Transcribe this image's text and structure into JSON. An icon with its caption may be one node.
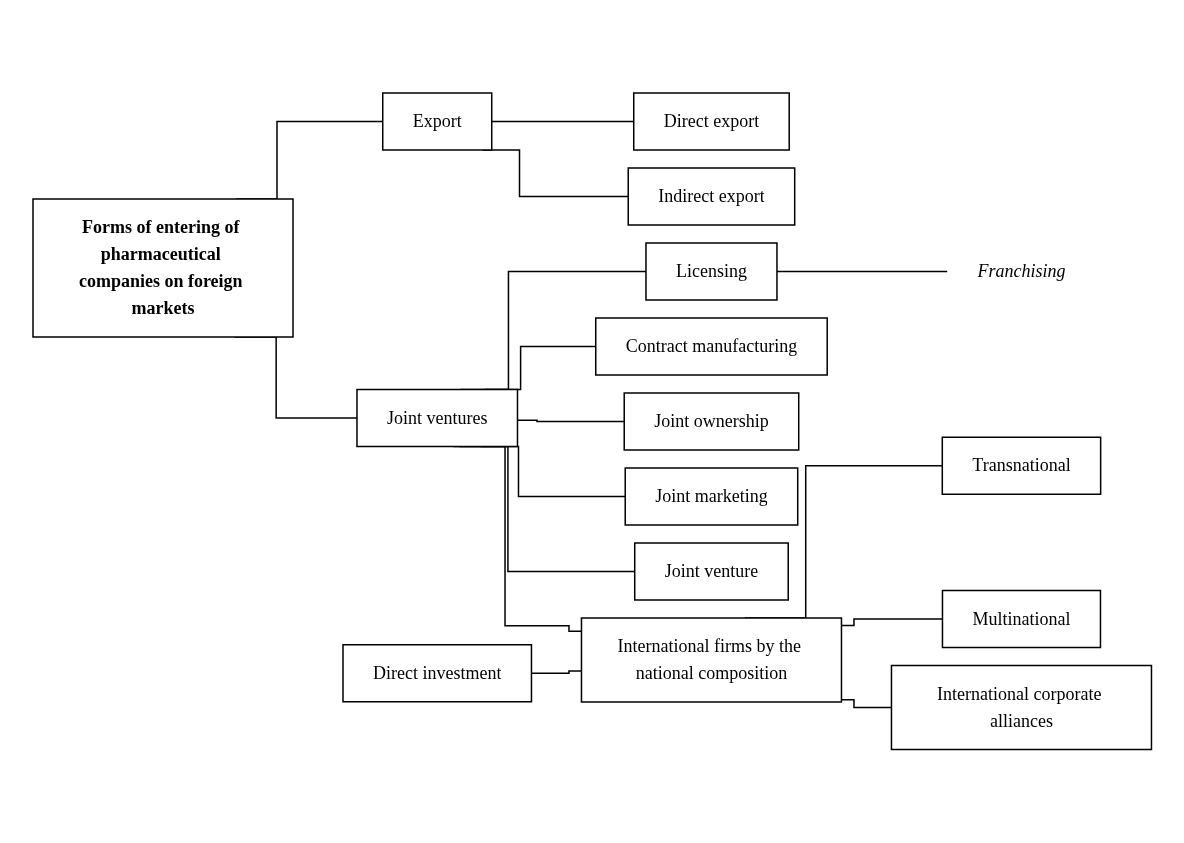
{
  "diagram": {
    "nodes": [
      {
        "text": [
          "Forms of entering of pharmaceutical companies on foreign markets"
        ]
      },
      {
        "text": [
          "Export"
        ]
      },
      {
        "text": [
          "Direct export"
        ]
      },
      {
        "text": [
          "Indirect export"
        ]
      },
      {
        "text": [
          "Joint ventures"
        ]
      },
      {
        "text": [
          "Licensing"
        ]
      },
      {
        "text": [
          "Franchising"
        ]
      },
      {
        "text": [
          "Contract manufacturing"
        ]
      },
      {
        "text": [
          "Joint ownership"
        ]
      },
      {
        "text": [
          "Joint marketing"
        ]
      },
      {
        "text": [
          "Joint venture"
        ]
      },
      {
        "text": [
          "Direct investment"
        ]
      },
      {
        "text": [
          "International firms by the national composition"
        ]
      },
      {
        "text": [
          "Transnational"
        ]
      },
      {
        "text": [
          "Multinational"
        ]
      },
      {
        "text": [
          "International corporate alliances"
        ]
      }
    ],
    "edges": [
      {
        "from": 0,
        "to": 1,
        "arrow": "none"
      },
      {
        "from": 0,
        "to": 4,
        "arrow": "none"
      },
      {
        "from": 1,
        "to": 2,
        "arrow": "none"
      },
      {
        "from": 1,
        "to": 3,
        "arrow": "none"
      },
      {
        "from": 4,
        "to": 5,
        "arrow": "none"
      },
      {
        "from": 4,
        "to": 7,
        "arrow": "none"
      },
      {
        "from": 4,
        "to": 8,
        "arrow": "none"
      },
      {
        "from": 4,
        "to": 9,
        "arrow": "none"
      },
      {
        "from": 4,
        "to": 10,
        "arrow": "none"
      },
      {
        "from": 5,
        "to": 6,
        "arrow": "none"
      },
      {
        "from": 4,
        "to": 12,
        "arrow": "none"
      },
      {
        "from": 11,
        "to": 12,
        "arrow": "none"
      },
      {
        "from": 12,
        "to": 13,
        "arrow": "none"
      },
      {
        "from": 12,
        "to": 14,
        "arrow": "none"
      },
      {
        "from": 12,
        "to": 15,
        "arrow": "none"
      }
    ]
  }
}
